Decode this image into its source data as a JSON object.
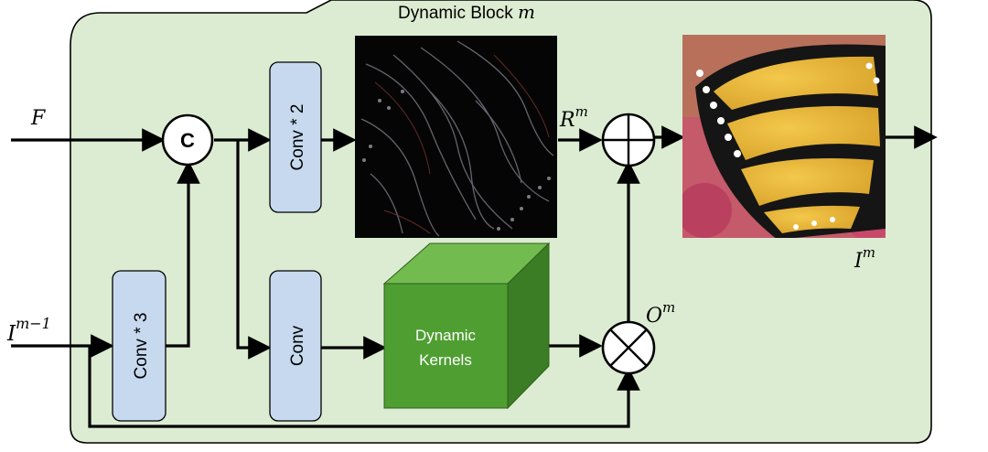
{
  "block_title": {
    "text": "Dynamic Block ",
    "var": "m"
  },
  "inputs": {
    "feature": {
      "base": "F"
    },
    "prev_image": {
      "base": "I",
      "sup": "m−1"
    }
  },
  "concat_node": {
    "label": "C"
  },
  "conv_blocks": [
    {
      "id": "conv-x3",
      "label": "Conv * 3"
    },
    {
      "id": "conv-x2",
      "label": "Conv * 2"
    },
    {
      "id": "conv-single",
      "label": "Conv"
    }
  ],
  "dynamic_kernels": {
    "line1": "Dynamic",
    "line2": "Kernels"
  },
  "residual": {
    "base": "R",
    "sup": "m"
  },
  "offset": {
    "base": "O",
    "sup": "m"
  },
  "output_image": {
    "base": "I",
    "sup": "m"
  },
  "images": {
    "residual_map": "dark edge/residual map image",
    "output_photo": "butterfly wing output image"
  },
  "colors": {
    "panel_fill": "#dcecd2",
    "conv_fill": "#c6d9ef",
    "cube_front": "#4f9e32",
    "cube_top": "#72bb4f",
    "cube_side": "#3b7d24"
  }
}
